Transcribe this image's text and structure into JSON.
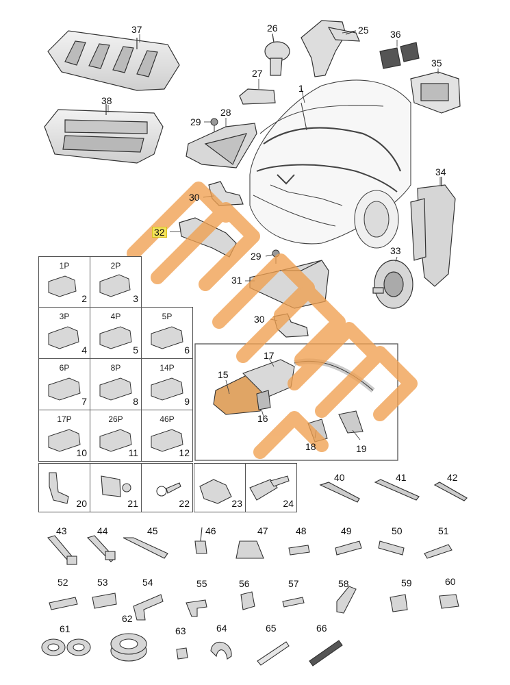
{
  "callouts": {
    "c15": "15",
    "c16": "16",
    "c17": "17",
    "c18": "18",
    "c19": "19",
    "c25": "25",
    "c26": "26",
    "c27": "27",
    "c28": "28",
    "c29a": "29",
    "c29b": "29",
    "c30a": "30",
    "c30b": "30",
    "c31": "31",
    "c32": "32",
    "c33": "33",
    "c34": "34",
    "c35": "35",
    "c36": "36",
    "c37": "37",
    "c38": "38",
    "c1": "1"
  },
  "connector_grid": [
    {
      "pins": "1P",
      "num": "2"
    },
    {
      "pins": "2P",
      "num": "3"
    },
    {
      "pins": "3P",
      "num": "4"
    },
    {
      "pins": "4P",
      "num": "5"
    },
    {
      "pins": "5P",
      "num": "6"
    },
    {
      "pins": "6P",
      "num": "7"
    },
    {
      "pins": "8P",
      "num": "8"
    },
    {
      "pins": "14P",
      "num": "9"
    },
    {
      "pins": "17P",
      "num": "10"
    },
    {
      "pins": "26P",
      "num": "11"
    },
    {
      "pins": "46P",
      "num": "12"
    }
  ],
  "parts_row_boxes": [
    "20",
    "21",
    "22",
    "23",
    "24"
  ],
  "parts_row_free": [
    "40",
    "41",
    "42"
  ],
  "row_43_51": [
    "43",
    "44",
    "45",
    "46",
    "47",
    "48",
    "49",
    "50",
    "51"
  ],
  "row_52_60": [
    "52",
    "53",
    "54",
    "55",
    "56",
    "57",
    "58",
    "59",
    "60"
  ],
  "row_61_66": [
    "61",
    "62",
    "63",
    "64",
    "65",
    "66"
  ],
  "colors": {
    "watermark": "#f0a050",
    "highlight": "#f3e35a",
    "line": "#444444",
    "part_fill": "#e6e6e6"
  }
}
